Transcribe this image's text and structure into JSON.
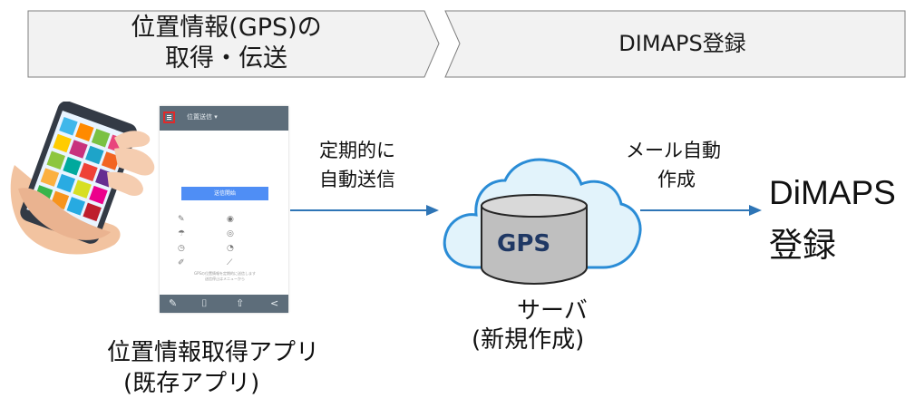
{
  "header": {
    "step1_line1": "位置情報(GPS)の",
    "step1_line2": "取得・伝送",
    "step2": "DIMAPS登録"
  },
  "app_screen": {
    "title": "位置送信 ▾",
    "button": "送信開始",
    "note_line1": "GPSの位置情報を定期的に送信します",
    "note_line2": "送信停止はメニューから",
    "icons_left": [
      "✎",
      "☂",
      "◷",
      "✐"
    ],
    "icons_right": [
      "◉",
      "◎",
      "◔",
      "⟋"
    ],
    "bottom_icons": [
      "✎",
      "⌷",
      "⇧",
      "<"
    ]
  },
  "labels": {
    "app_line1": "位置情報取得アプリ",
    "app_line2": "(既存アプリ)",
    "arrow1_line1": "定期的に",
    "arrow1_line2": "自動送信",
    "db_label": "GPS",
    "server_line1": "サーバ",
    "server_line2": "(新規作成)",
    "arrow2_line1": "メール自動",
    "arrow2_line2": "作成",
    "dimaps_line1": "DiMAPS",
    "dimaps_line2": "登録"
  },
  "colors": {
    "chevron_fill": "#f2f2f2",
    "chevron_stroke": "#7f7f7f",
    "arrow": "#2e75b6",
    "cloud_fill": "#e2f3fb",
    "cloud_stroke": "#2a8cd6",
    "db_fill": "#bfbfbf",
    "db_text": "#1f3864"
  }
}
